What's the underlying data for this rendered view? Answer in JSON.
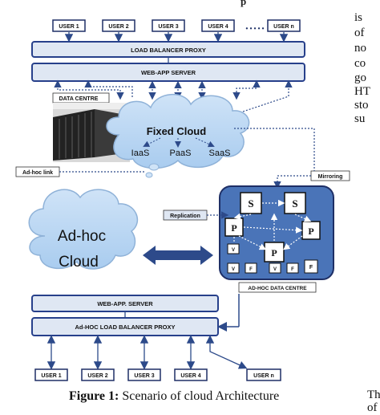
{
  "header_fragment": "p",
  "side_text": {
    "right_lines": [
      "is",
      "of",
      "no",
      "co",
      "go",
      "HT",
      "sto",
      "su"
    ],
    "bottom_lines": [
      "Th",
      "of"
    ]
  },
  "caption": {
    "prefix": "Figure 1:",
    "text": " Scenario of cloud Architecture"
  },
  "figure": {
    "top_users": [
      "USER 1",
      "USER 2",
      "USER 3",
      "USER 4",
      "USER n"
    ],
    "ellipsis": "• • • • •",
    "load_balancer": "LOAD BALANCER PROXY",
    "webapp_server": "WEB-APP SERVER",
    "data_centre": "DATA CENTRE",
    "fixed_cloud": {
      "title": "Fixed Cloud",
      "services": [
        "IaaS",
        "PaaS",
        "SaaS"
      ]
    },
    "adhoc_link": "Ad-hoc link",
    "mirroring": "Mirroring",
    "replication": "Replication",
    "adhoc_cloud_lines": [
      "Ad-hoc",
      "Cloud"
    ],
    "node_s": "S",
    "node_p": "P",
    "node_v": "V",
    "node_f": "F",
    "adhoc_dc": "AD-HOC DATA CENTRE",
    "bottom_webapp": "WEB-APP. SERVER",
    "bottom_lb": "Ad-HOC LOAD BALANCER PROXY",
    "bottom_users": [
      "USER 1",
      "USER 2",
      "USER 3",
      "USER 4",
      "USER n"
    ]
  }
}
